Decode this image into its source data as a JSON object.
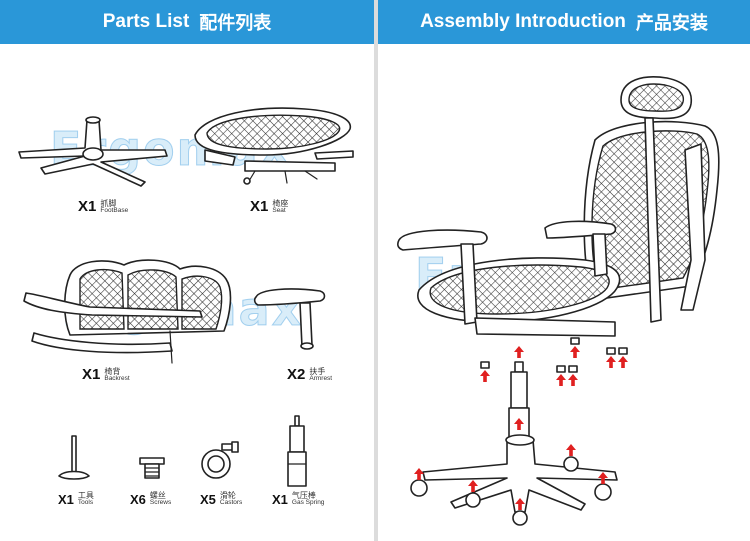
{
  "parts_header": {
    "title": "Parts List",
    "title_cn": "配件列表"
  },
  "assembly_header": {
    "title": "Assembly Introduction",
    "title_cn": "产品安装"
  },
  "watermark": "Ergomax",
  "parts": [
    {
      "qty": "X1",
      "name_cn": "抓脚",
      "name_en": "FootBase"
    },
    {
      "qty": "X1",
      "name_cn": "椅座",
      "name_en": "Seat"
    },
    {
      "qty": "X1",
      "name_cn": "椅背",
      "name_en": "Backrest"
    },
    {
      "qty": "X2",
      "name_cn": "扶手",
      "name_en": "Armrest"
    },
    {
      "qty": "X1",
      "name_cn": "工具",
      "name_en": "Tools"
    },
    {
      "qty": "X6",
      "name_cn": "螺丝",
      "name_en": "Screws"
    },
    {
      "qty": "X5",
      "name_cn": "滑轮",
      "name_en": "Castors"
    },
    {
      "qty": "X1",
      "name_cn": "气压棒",
      "name_en": "Gas Spring"
    }
  ],
  "colors": {
    "header": "#2a97d8",
    "arrow": "#e02020",
    "divider": "#dcdcdc"
  },
  "icons": [
    "arrow-up-icon"
  ]
}
